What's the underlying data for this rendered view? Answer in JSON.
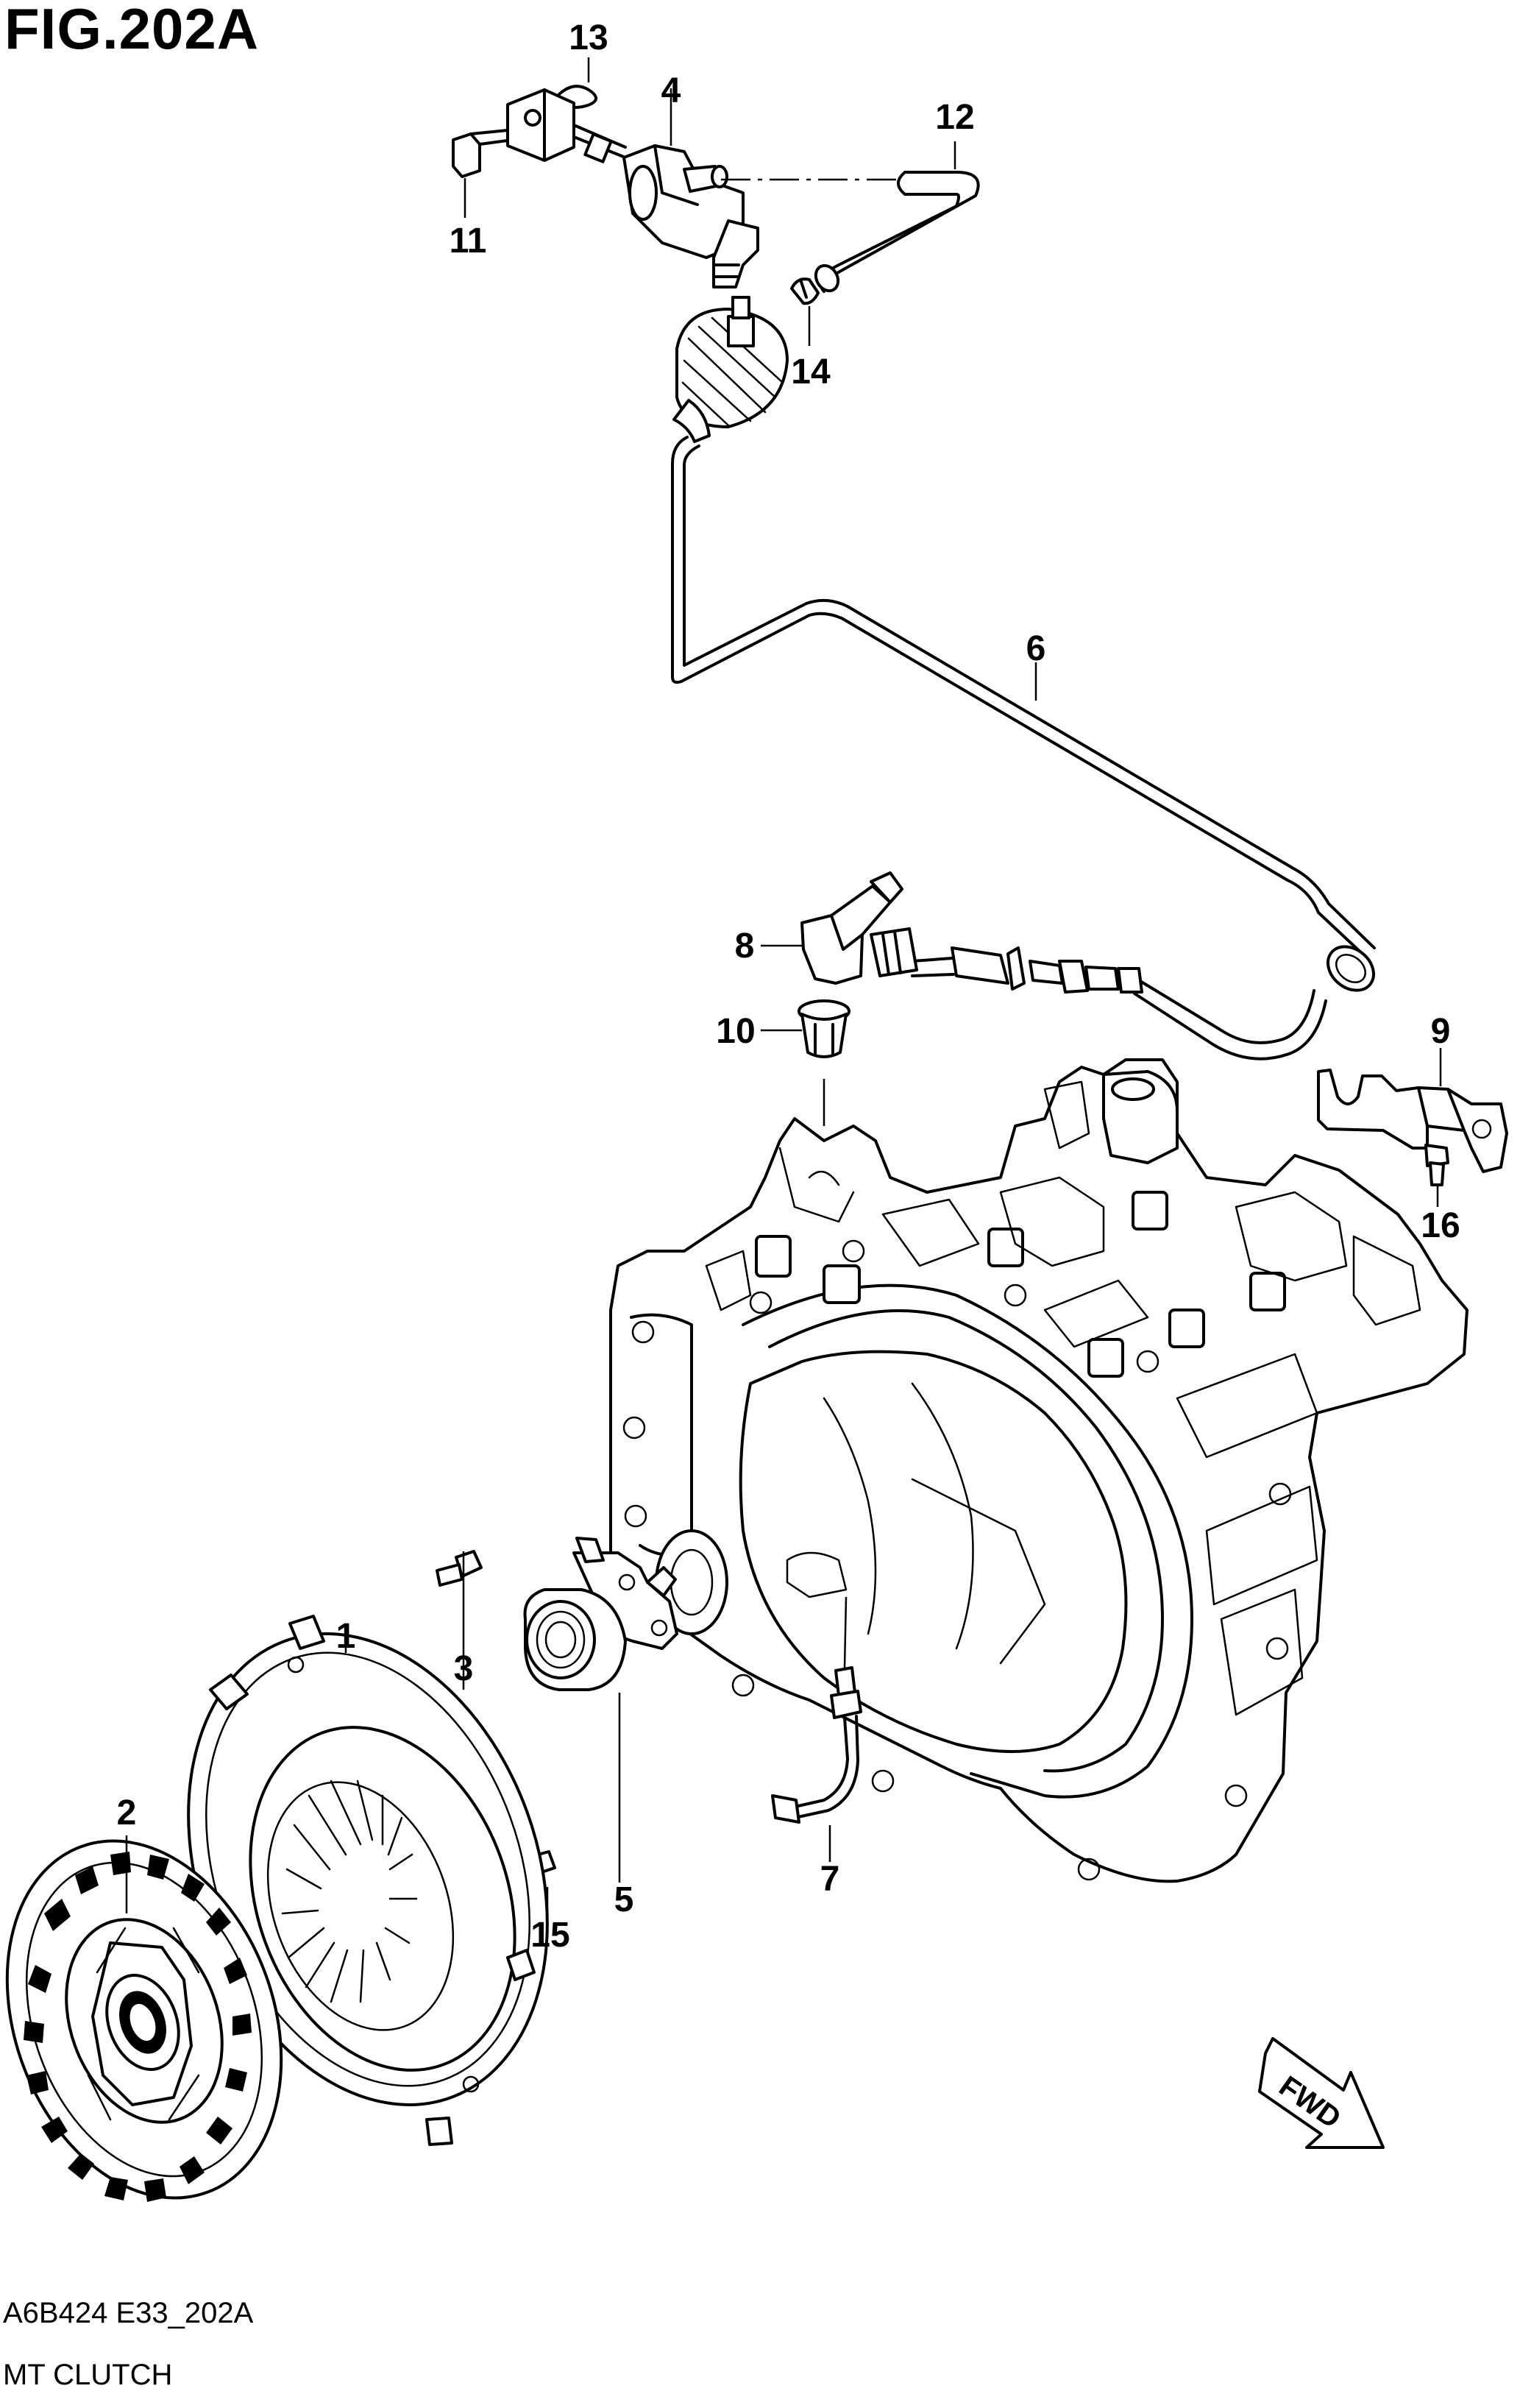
{
  "figure": {
    "title": "FIG.202A",
    "code": "A6B424 E33_202A",
    "name": "MT CLUTCH"
  },
  "callouts": [
    "1",
    "2",
    "3",
    "4",
    "5",
    "6",
    "7",
    "8",
    "9",
    "10",
    "11",
    "12",
    "13",
    "14",
    "15",
    "16"
  ],
  "fwd_label": "FWD"
}
